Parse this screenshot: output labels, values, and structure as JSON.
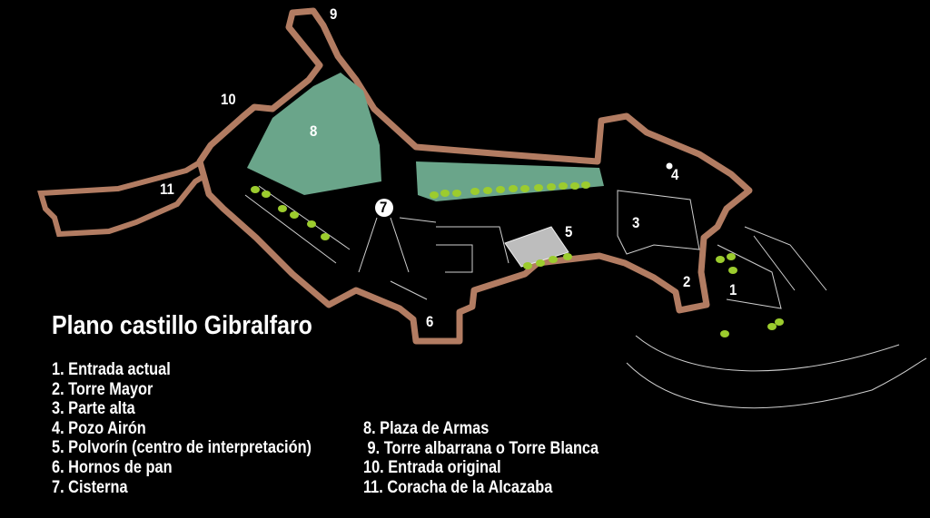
{
  "title": "Plano  castillo Gibralfaro",
  "legend_left": [
    "1. Entrada actual",
    "2. Torre Mayor",
    "3. Parte alta",
    "4. Pozo Airón",
    "5. Polvorín (centro de interpretación)",
    "6. Hornos de pan",
    "7. Cisterna"
  ],
  "legend_right": [
    "8. Plaza de Armas",
    " 9. Torre albarrana o Torre Blanca",
    "10. Entrada original",
    "11. Coracha de la Alcazaba"
  ],
  "map_labels": {
    "n1": "1",
    "n2": "2",
    "n3": "3",
    "n4": "4",
    "n5": "5",
    "n6": "6",
    "n7": "7",
    "n8": "8",
    "n9": "9",
    "n10": "10",
    "n11": "11"
  },
  "colors": {
    "background": "#000000",
    "wall": "#b27c62",
    "plaza": "#6aa58a",
    "trees": "#9ccc2e",
    "lines": "#cfcfcf"
  }
}
